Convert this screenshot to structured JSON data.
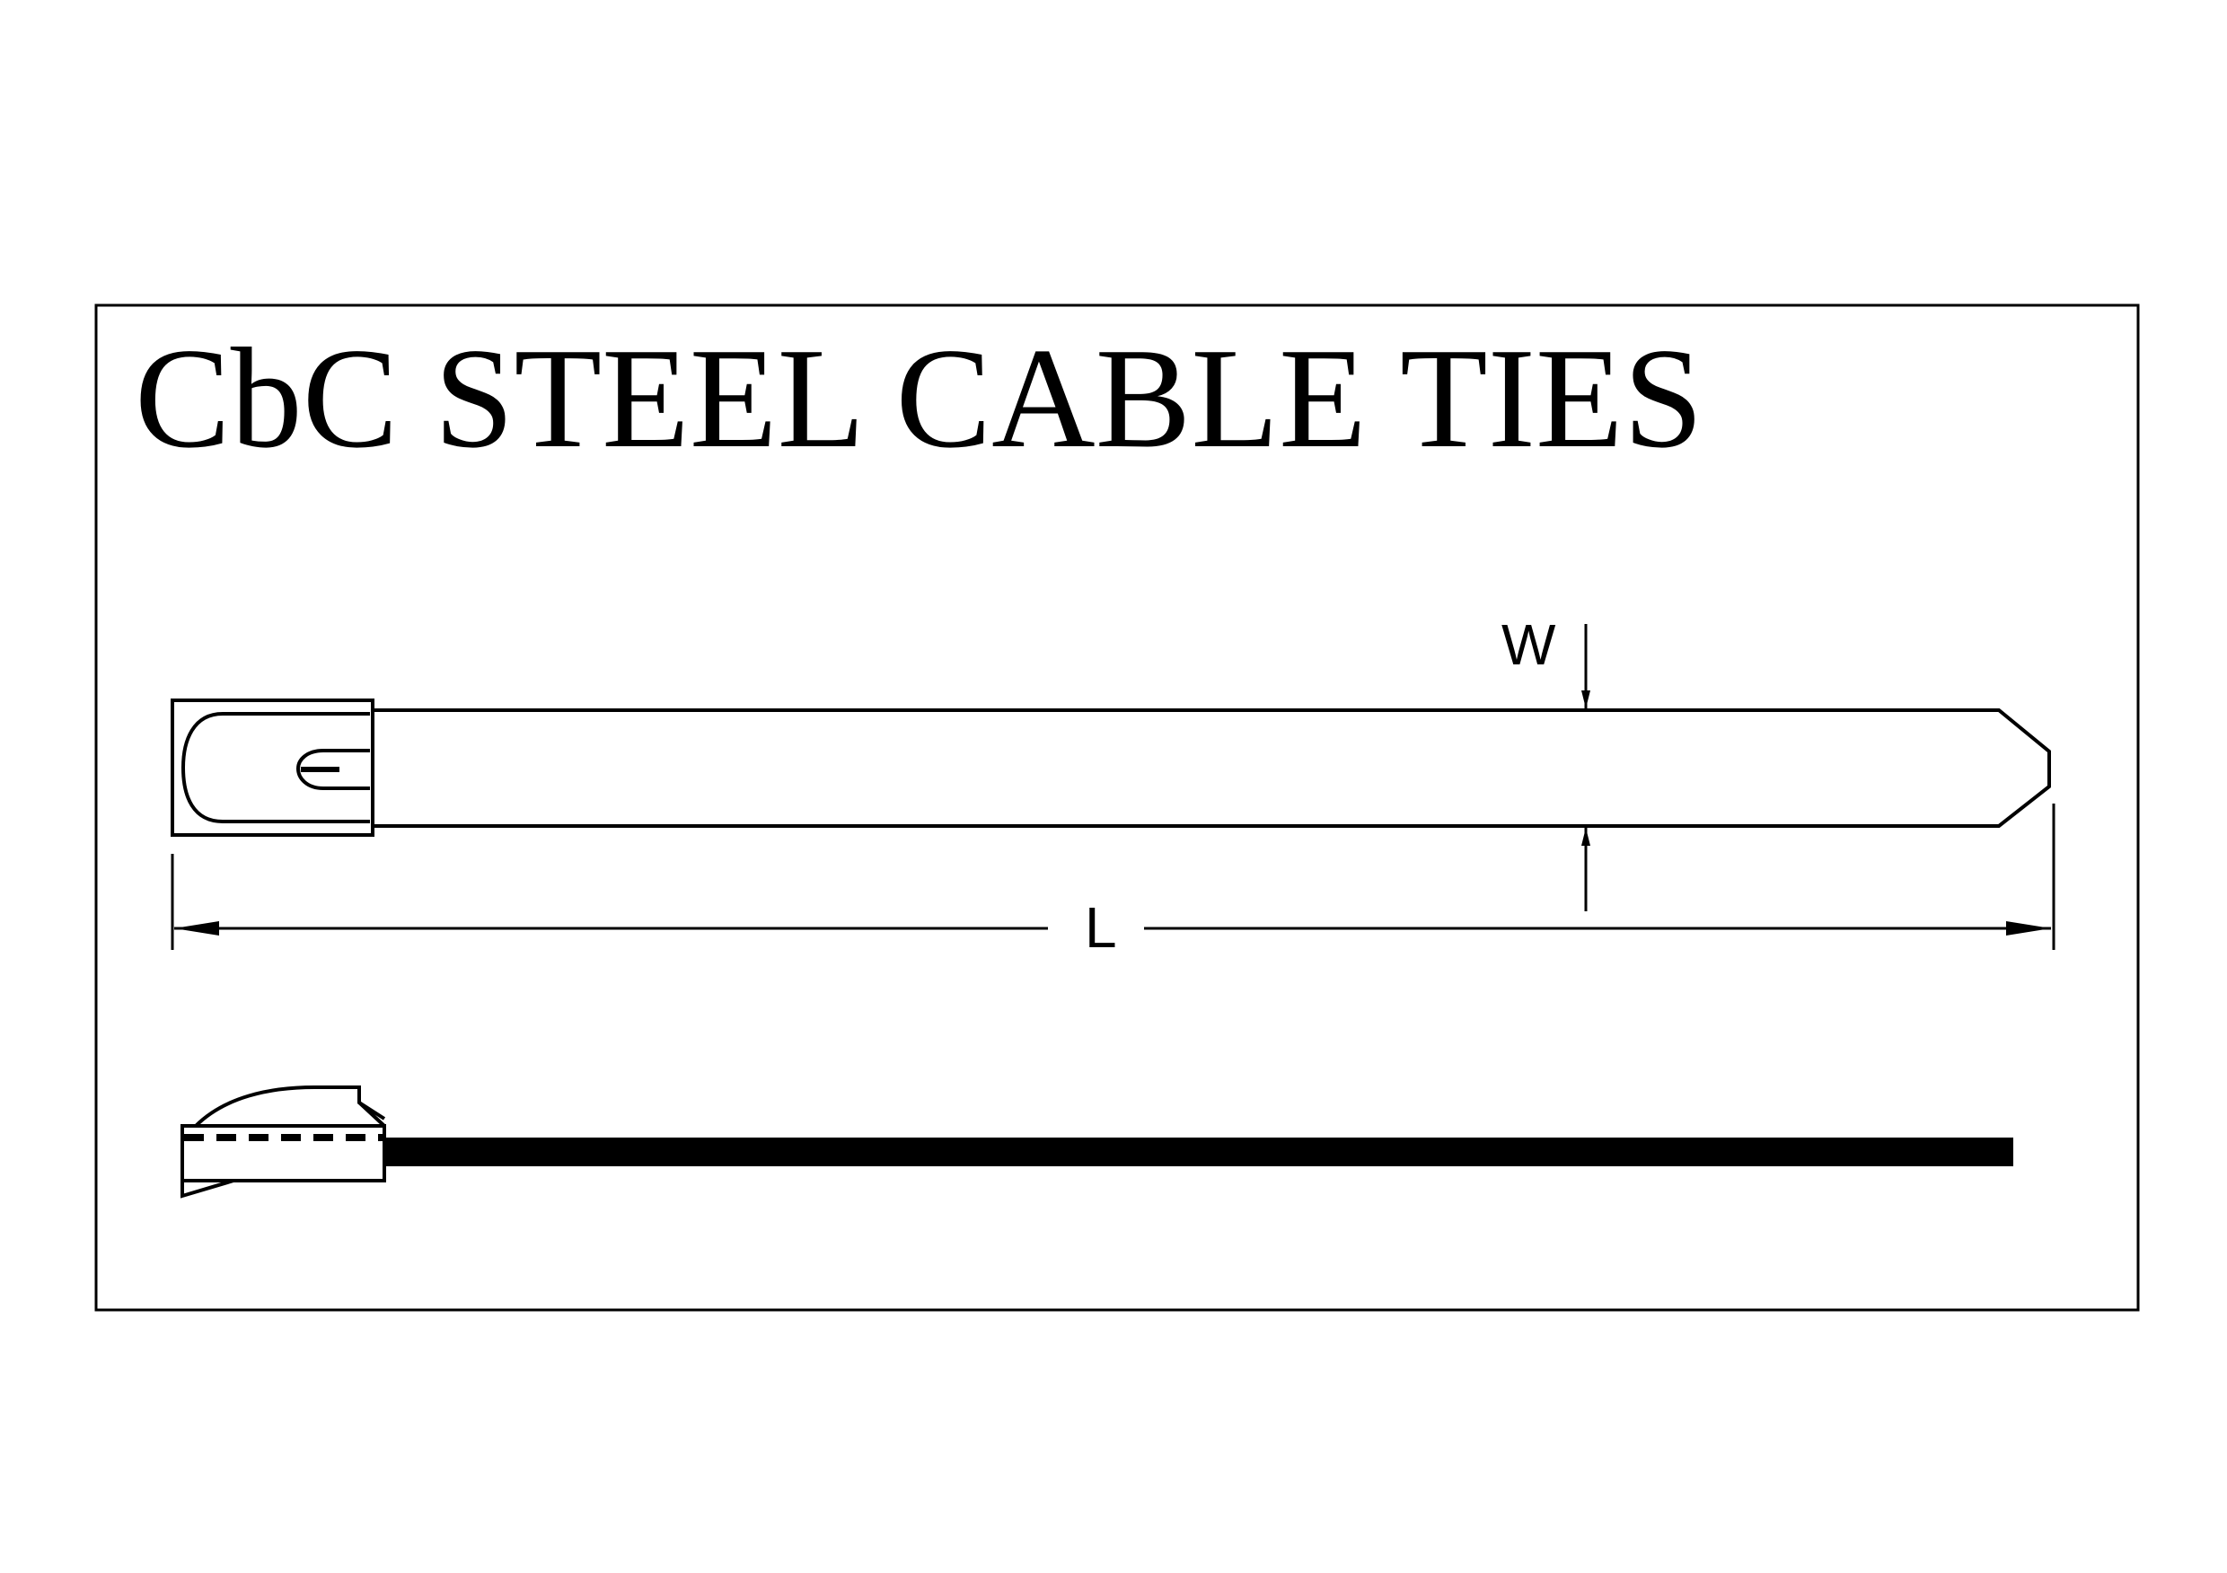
{
  "title": "CbC STEEL CABLE TIES",
  "dimensions": {
    "width_label": "W",
    "length_label": "L"
  }
}
